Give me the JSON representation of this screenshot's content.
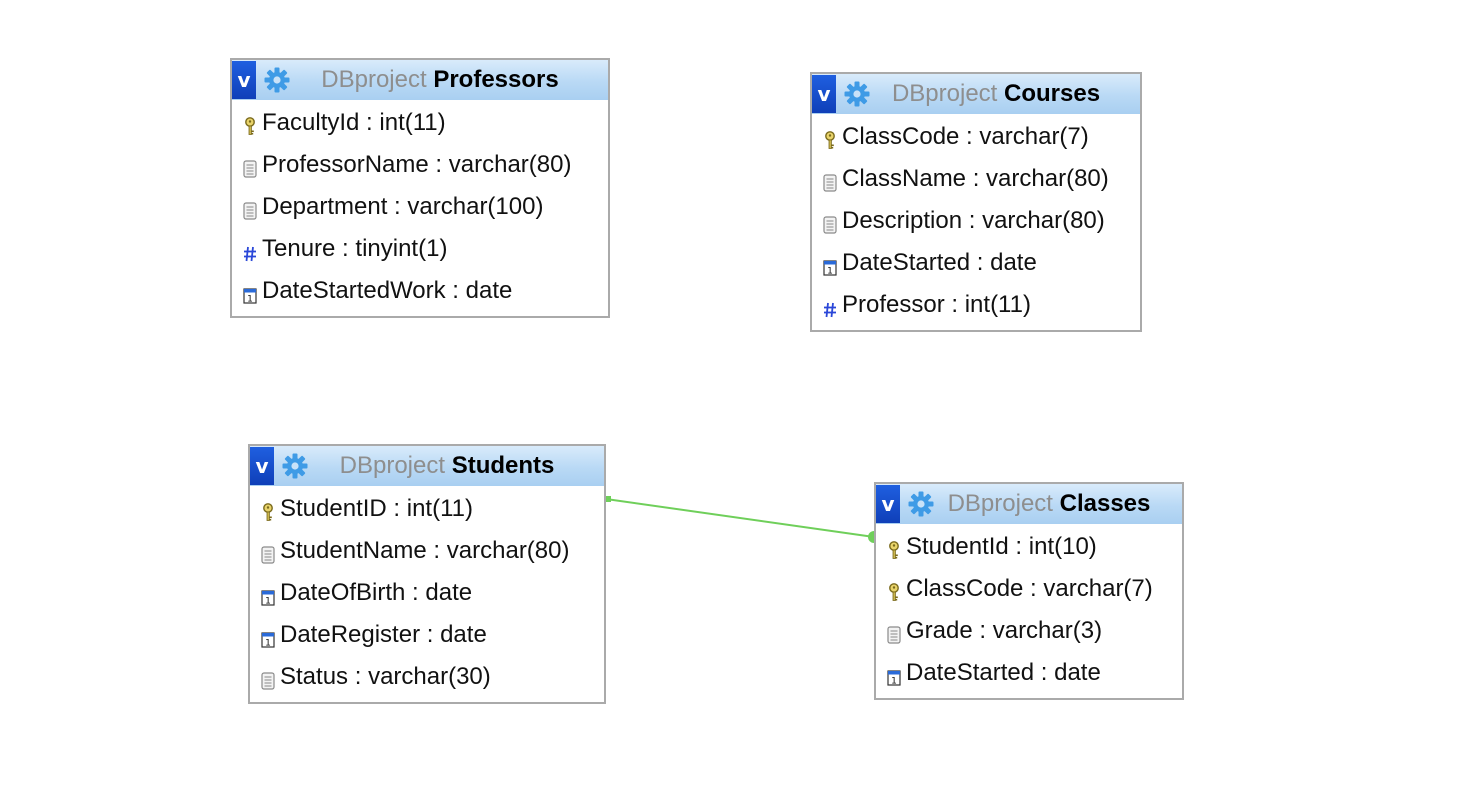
{
  "diagram": {
    "tables": [
      {
        "id": "professors",
        "db": "DBproject",
        "name": "Professors",
        "toggle_label": "v",
        "columns": [
          {
            "name": "FacultyId",
            "type": "int(11)",
            "icon": "primary-key-icon"
          },
          {
            "name": "ProfessorName",
            "type": "varchar(80)",
            "icon": "text-field-icon"
          },
          {
            "name": "Department",
            "type": "varchar(100)",
            "icon": "text-field-icon"
          },
          {
            "name": "Tenure",
            "type": "tinyint(1)",
            "icon": "numeric-field-icon"
          },
          {
            "name": "DateStartedWork",
            "type": "date",
            "icon": "date-field-icon"
          }
        ]
      },
      {
        "id": "courses",
        "db": "DBproject",
        "name": "Courses",
        "toggle_label": "v",
        "columns": [
          {
            "name": "ClassCode",
            "type": "varchar(7)",
            "icon": "primary-key-icon"
          },
          {
            "name": "ClassName",
            "type": "varchar(80)",
            "icon": "text-field-icon"
          },
          {
            "name": "Description",
            "type": "varchar(80)",
            "icon": "text-field-icon"
          },
          {
            "name": "DateStarted",
            "type": "date",
            "icon": "date-field-icon"
          },
          {
            "name": "Professor",
            "type": "int(11)",
            "icon": "numeric-field-icon"
          }
        ]
      },
      {
        "id": "students",
        "db": "DBproject",
        "name": "Students",
        "toggle_label": "v",
        "columns": [
          {
            "name": "StudentID",
            "type": "int(11)",
            "icon": "primary-key-icon"
          },
          {
            "name": "StudentName",
            "type": "varchar(80)",
            "icon": "text-field-icon"
          },
          {
            "name": "DateOfBirth",
            "type": "date",
            "icon": "date-field-icon"
          },
          {
            "name": "DateRegister",
            "type": "date",
            "icon": "date-field-icon"
          },
          {
            "name": "Status",
            "type": "varchar(30)",
            "icon": "text-field-icon"
          }
        ]
      },
      {
        "id": "classes",
        "db": "DBproject",
        "name": "Classes",
        "toggle_label": "v",
        "columns": [
          {
            "name": "StudentId",
            "type": "int(10)",
            "icon": "primary-key-icon"
          },
          {
            "name": "ClassCode",
            "type": "varchar(7)",
            "icon": "primary-key-icon"
          },
          {
            "name": "Grade",
            "type": "varchar(3)",
            "icon": "text-field-icon"
          },
          {
            "name": "DateStarted",
            "type": "date",
            "icon": "date-field-icon"
          }
        ]
      }
    ],
    "relations": [
      {
        "from_table": "students",
        "from_column": "StudentID",
        "to_table": "classes",
        "to_column": "StudentId"
      }
    ],
    "colors": {
      "relation_line": "#6fcf5a",
      "header_accent": "#1f5fe0",
      "gear": "#3f9be6",
      "border": "#aaaaaa"
    }
  }
}
